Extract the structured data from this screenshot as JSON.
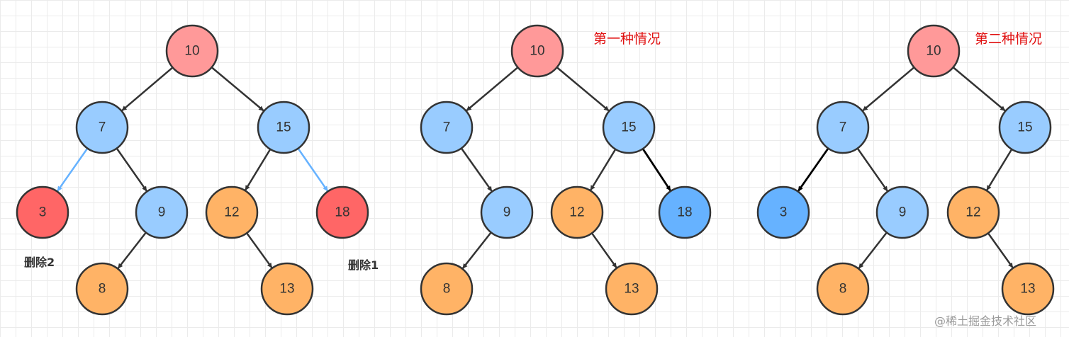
{
  "colors": {
    "pink": "#ff9999",
    "light_blue": "#99ccff",
    "blue": "#66b2ff",
    "orange": "#ffb366",
    "red": "#ff6666",
    "edge": "#333333",
    "highlight_edge": "#66b2ff",
    "strong_edge": "#000000",
    "heading": "#e01010"
  },
  "panels": [
    {
      "heading": "",
      "captions": [
        "删除2",
        "删除1"
      ],
      "nodes": [
        {
          "id": "10",
          "label": "10",
          "fill": "pink"
        },
        {
          "id": "7",
          "label": "7",
          "fill": "light_blue"
        },
        {
          "id": "15",
          "label": "15",
          "fill": "light_blue"
        },
        {
          "id": "3",
          "label": "3",
          "fill": "red"
        },
        {
          "id": "9",
          "label": "9",
          "fill": "light_blue"
        },
        {
          "id": "12",
          "label": "12",
          "fill": "orange"
        },
        {
          "id": "18",
          "label": "18",
          "fill": "red"
        },
        {
          "id": "8",
          "label": "8",
          "fill": "orange"
        },
        {
          "id": "13",
          "label": "13",
          "fill": "orange"
        }
      ],
      "edges": [
        {
          "from": "10",
          "to": "7",
          "style": "edge"
        },
        {
          "from": "10",
          "to": "15",
          "style": "edge"
        },
        {
          "from": "7",
          "to": "3",
          "style": "highlight_edge"
        },
        {
          "from": "7",
          "to": "9",
          "style": "edge"
        },
        {
          "from": "15",
          "to": "12",
          "style": "edge"
        },
        {
          "from": "15",
          "to": "18",
          "style": "highlight_edge"
        },
        {
          "from": "9",
          "to": "8",
          "style": "edge"
        },
        {
          "from": "12",
          "to": "13",
          "style": "edge"
        }
      ]
    },
    {
      "heading": "第一种情况",
      "captions": [],
      "nodes": [
        {
          "id": "10",
          "label": "10",
          "fill": "pink"
        },
        {
          "id": "7",
          "label": "7",
          "fill": "light_blue"
        },
        {
          "id": "15",
          "label": "15",
          "fill": "light_blue"
        },
        {
          "id": "9",
          "label": "9",
          "fill": "light_blue"
        },
        {
          "id": "12",
          "label": "12",
          "fill": "orange"
        },
        {
          "id": "18",
          "label": "18",
          "fill": "blue"
        },
        {
          "id": "8",
          "label": "8",
          "fill": "orange"
        },
        {
          "id": "13",
          "label": "13",
          "fill": "orange"
        }
      ],
      "edges": [
        {
          "from": "10",
          "to": "7",
          "style": "edge"
        },
        {
          "from": "10",
          "to": "15",
          "style": "edge"
        },
        {
          "from": "7",
          "to": "9",
          "style": "edge"
        },
        {
          "from": "15",
          "to": "12",
          "style": "edge"
        },
        {
          "from": "15",
          "to": "18",
          "style": "strong_edge"
        },
        {
          "from": "9",
          "to": "8",
          "style": "edge"
        },
        {
          "from": "12",
          "to": "13",
          "style": "edge"
        }
      ]
    },
    {
      "heading": "第二种情况",
      "captions": [],
      "nodes": [
        {
          "id": "10",
          "label": "10",
          "fill": "pink"
        },
        {
          "id": "7",
          "label": "7",
          "fill": "light_blue"
        },
        {
          "id": "15",
          "label": "15",
          "fill": "light_blue"
        },
        {
          "id": "3",
          "label": "3",
          "fill": "blue"
        },
        {
          "id": "9",
          "label": "9",
          "fill": "light_blue"
        },
        {
          "id": "12",
          "label": "12",
          "fill": "orange"
        },
        {
          "id": "8",
          "label": "8",
          "fill": "orange"
        },
        {
          "id": "13",
          "label": "13",
          "fill": "orange"
        }
      ],
      "edges": [
        {
          "from": "10",
          "to": "7",
          "style": "edge"
        },
        {
          "from": "10",
          "to": "15",
          "style": "edge"
        },
        {
          "from": "7",
          "to": "3",
          "style": "strong_edge"
        },
        {
          "from": "7",
          "to": "9",
          "style": "edge"
        },
        {
          "from": "15",
          "to": "12",
          "style": "edge"
        },
        {
          "from": "9",
          "to": "8",
          "style": "edge"
        },
        {
          "from": "12",
          "to": "13",
          "style": "edge"
        }
      ]
    }
  ],
  "watermark": "@稀土掘金技术社区"
}
